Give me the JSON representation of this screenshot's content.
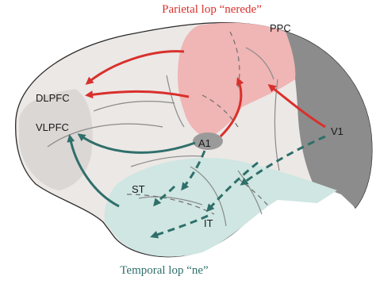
{
  "captions": {
    "parietal": "Parietal lop “nerede”",
    "temporal": "Temporal lop “ne”"
  },
  "labels": {
    "ppc": "PPC",
    "dlpfc": "DLPFC",
    "vlpfc": "VLPFC",
    "a1": "A1",
    "v1": "V1",
    "st": "ST",
    "it": "IT"
  },
  "colors": {
    "brain_fill": "#ebe8e6",
    "brain_outline": "#2a2a2a",
    "parietal_region": "#f0b5b5",
    "temporal_region": "#cfe6e2",
    "occipital_region": "#8c8c8c",
    "prefrontal_region": "#d6d2cf",
    "a1_region": "#9a9a9a",
    "dorsal_arrow": "#d9302c",
    "ventral_arrow": "#2f6f6a",
    "parietal_caption": "#d9302c",
    "temporal_caption": "#2f6f6a"
  }
}
